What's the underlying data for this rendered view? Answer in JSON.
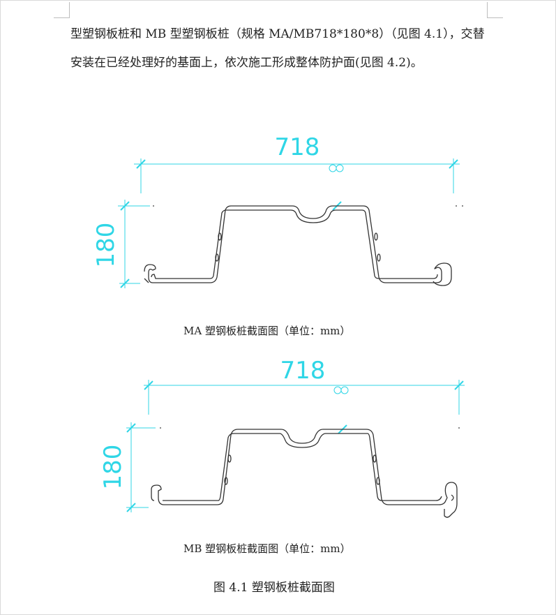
{
  "paragraph": {
    "line1": "型塑钢板桩和 MB 型塑钢板桩（规格 MA/MB718*180*8）（见图 4.1），交替",
    "line2": "安装在已经处理好的基面上，依次施工形成整体防护面(见图 4.2)。"
  },
  "figure_ma": {
    "width_dim": "718",
    "height_dim": "180",
    "caption": "MA 塑钢板桩截面图（单位：mm）"
  },
  "figure_mb": {
    "width_dim": "718",
    "height_dim": "180",
    "caption": "MB 塑钢板桩截面图（单位：mm）"
  },
  "figure_caption": "图 4.1 塑钢板桩截面图",
  "colors": {
    "dimension": "#2fd6e6",
    "profile": "#333333"
  }
}
